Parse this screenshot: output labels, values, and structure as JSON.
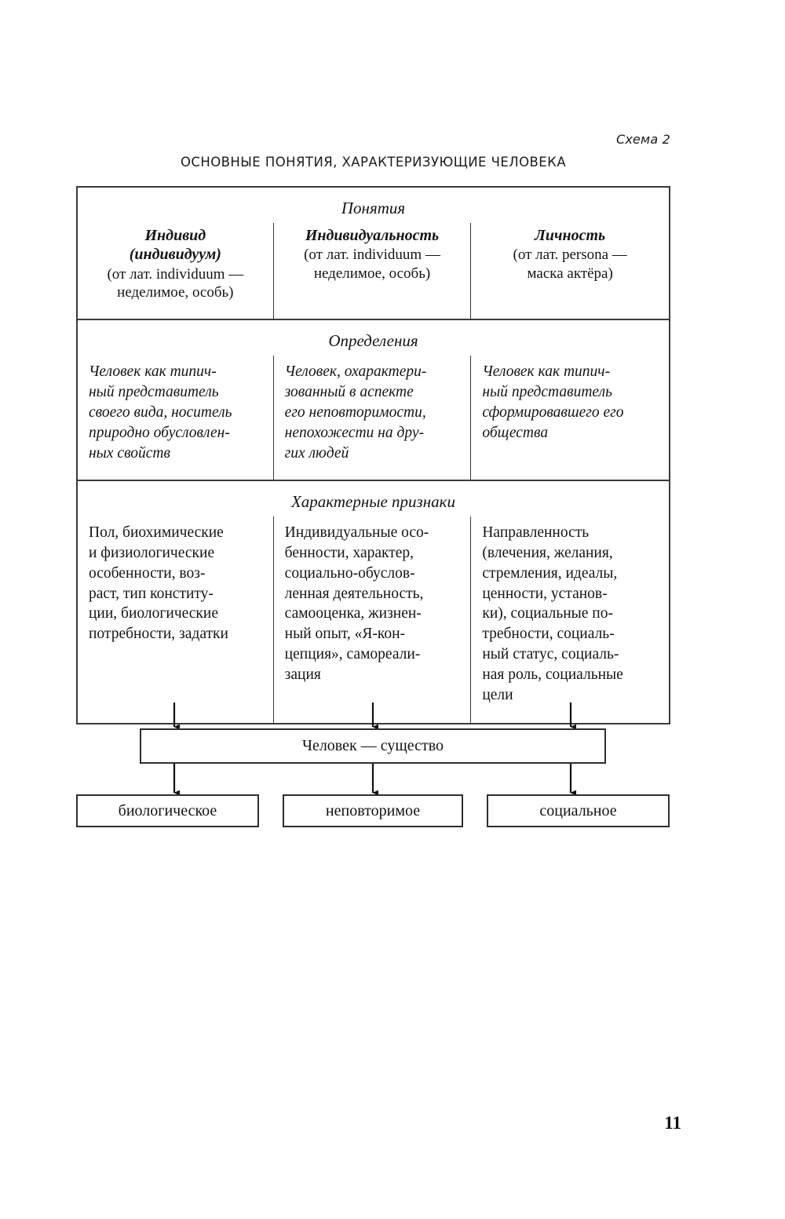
{
  "page": {
    "scheme_label": "Схема 2",
    "title": "ОСНОВНЫЕ ПОНЯТИЯ, ХАРАКТЕРИЗУЮЩИЕ ЧЕЛОВЕКА",
    "page_number": "11"
  },
  "table": {
    "bands": {
      "concepts_title": "Понятия",
      "definitions_title": "Определения",
      "features_title": "Характерные признаки"
    },
    "columns": [
      {
        "concept_name": "Индивид\n(индивидуум)",
        "concept_origin": "(от лат. individuum —\nнеделимое, особь)",
        "definition": "Человек как типич-\nный представитель\nсвоего вида, носитель\nприродно обусловлен-\nных свойств",
        "features": "Пол, биохимические\nи физиологические\nособенности, воз-\nраст, тип конститу-\nции, биологические\nпотребности, задатки"
      },
      {
        "concept_name": "Индивидуальность",
        "concept_origin": "(от лат. individuum —\nнеделимое, особь)",
        "definition": "Человек, охарактери-\nзованный в аспекте\nего неповторимости,\nнепохожести на дру-\nгих людей",
        "features": "Индивидуальные осо-\nбенности, характер,\nсоциально-обуслов-\nленная деятельность,\nсамооценка, жизнен-\nный опыт, «Я-кон-\nцепция», самореали-\nзация"
      },
      {
        "concept_name": "Личность",
        "concept_origin": "(от лат. persona —\nмаска актёра)",
        "definition": "Человек как типич-\nный представитель\nсформировавшего его\nобщества",
        "features": "Направленность\n(влечения, желания,\nстремления, идеалы,\nценности, установ-\nки), социальные по-\nтребности, социаль-\nный статус, социаль-\nная роль, социальные\nцели"
      }
    ]
  },
  "flow": {
    "being_box": "Человек — существо",
    "leaf_boxes": [
      "биологическое",
      "неповторимое",
      "социальное"
    ]
  },
  "colors": {
    "ink": "#151515",
    "border": "#3a3a3a",
    "background": "#ffffff"
  }
}
